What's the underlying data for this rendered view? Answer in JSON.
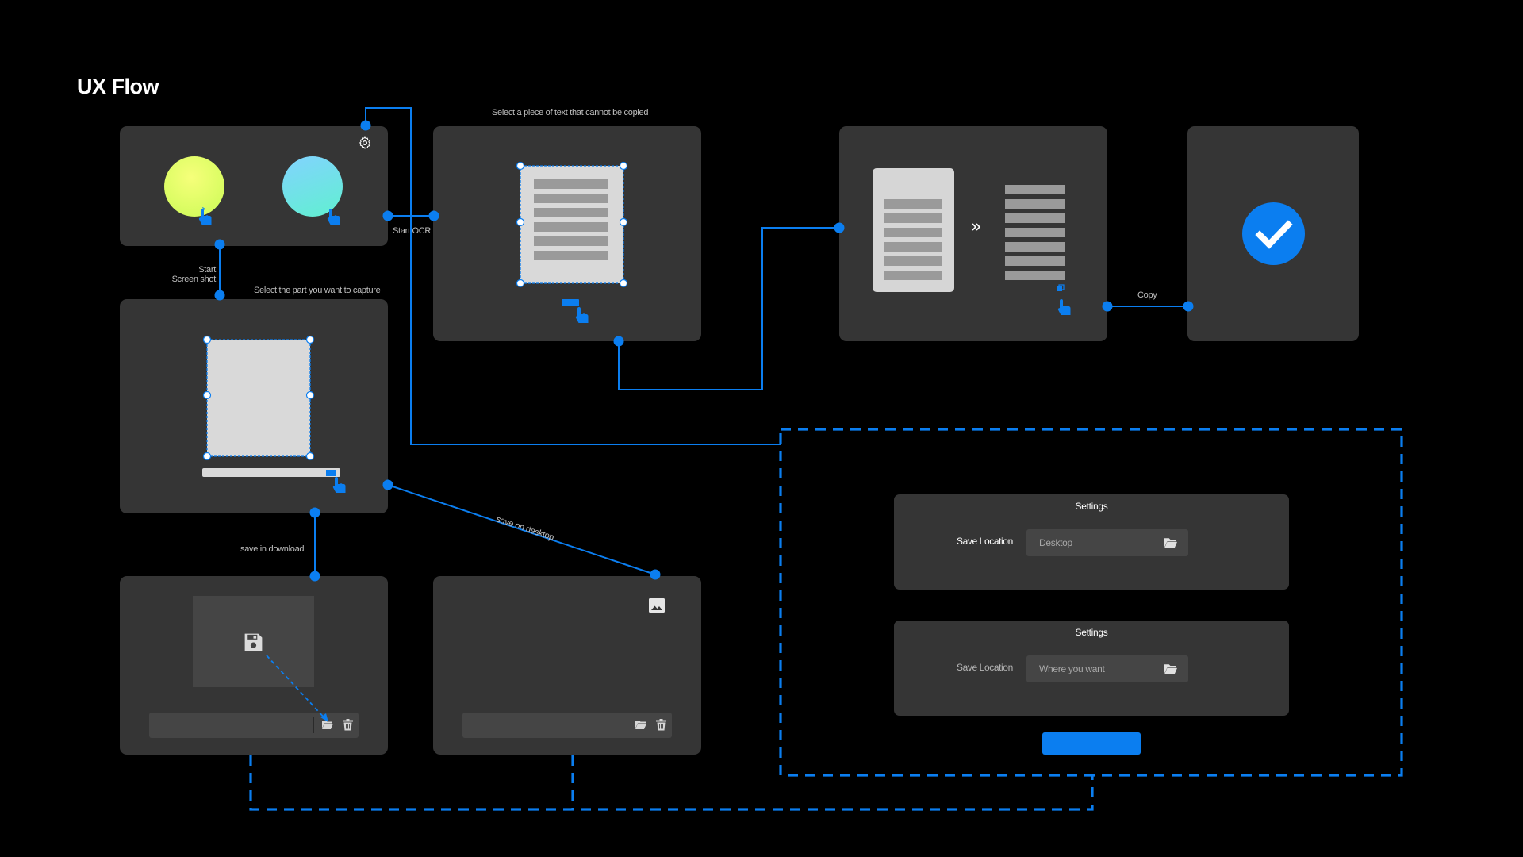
{
  "title": "UX Flow",
  "labels": {
    "start_screenshot_line1": "Start",
    "start_screenshot_line2": "Screen shot",
    "start_ocr": "Start OCR",
    "select_text": "Select a piece of text that cannot be copied",
    "select_part": "Select the part you want to capture",
    "copy": "Copy",
    "save_in_download": "save in download",
    "save_on_desktop": "save on desktop"
  },
  "settings": [
    {
      "title": "Settings",
      "label": "Save Location",
      "value": "Desktop"
    },
    {
      "title": "Settings",
      "label": "Save Location",
      "value": "Where you want"
    }
  ],
  "colors": {
    "background": "#000000",
    "panel": "#353535",
    "accent": "#0b7ef0",
    "screenshot_circle": [
      "#f4ff6e",
      "#c9fb5a"
    ],
    "ocr_circle": [
      "#7fd6ff",
      "#5ef2d2"
    ]
  },
  "icons": [
    "gear-icon",
    "pointer-hand-icon",
    "fast-forward-icon",
    "copy-icon",
    "checkmark-icon",
    "save-disk-icon",
    "folder-open-icon",
    "trash-icon",
    "image-icon"
  ]
}
